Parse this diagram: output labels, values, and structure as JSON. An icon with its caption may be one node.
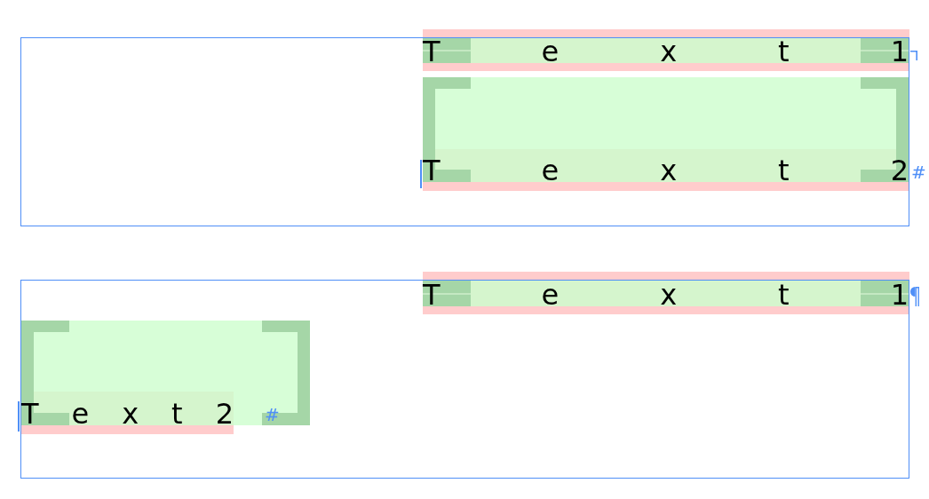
{
  "diagram": {
    "nodes": [
      {
        "text": [],
        "shape": "box"
      },
      {
        "text": [
          "T e x t 1"
        ],
        "in": 0
      },
      {
        "text": [
          "T e x t 2"
        ],
        "in": 0
      },
      {
        "text": [],
        "shape": "box"
      },
      {
        "text": [
          "T e x t 1"
        ],
        "in": 3
      },
      {
        "text": [
          "T e x t 2"
        ],
        "in": 3
      }
    ],
    "labels": [
      "#",
      "#"
    ]
  }
}
